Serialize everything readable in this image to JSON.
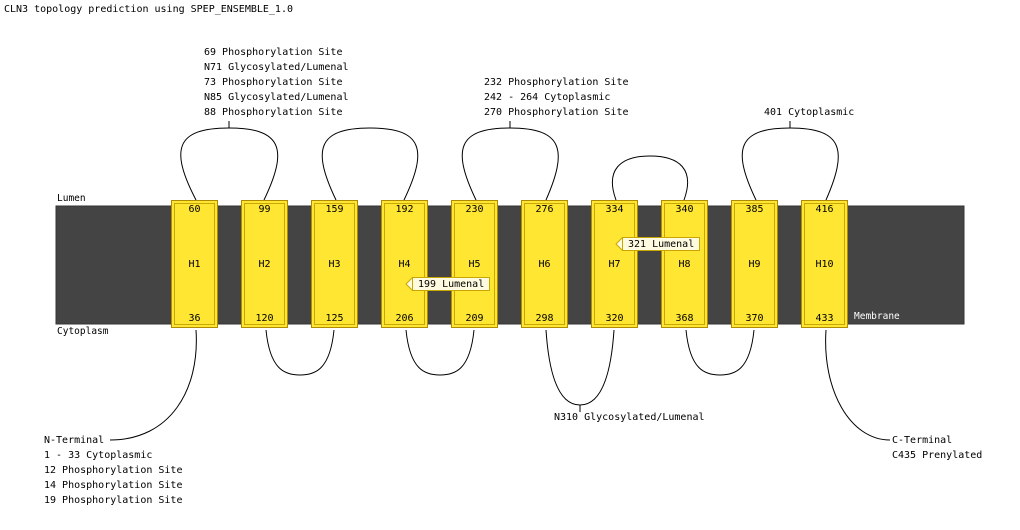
{
  "title": "CLN3 topology prediction using SPEP_ENSEMBLE_1.0",
  "labels": {
    "lumen": "Lumen",
    "cytoplasm": "Cytoplasm",
    "membrane": "Membrane"
  },
  "helices": [
    {
      "name": "H1",
      "top": "60",
      "bottom": "36"
    },
    {
      "name": "H2",
      "top": "99",
      "bottom": "120"
    },
    {
      "name": "H3",
      "top": "159",
      "bottom": "125"
    },
    {
      "name": "H4",
      "top": "192",
      "bottom": "206"
    },
    {
      "name": "H5",
      "top": "230",
      "bottom": "209"
    },
    {
      "name": "H6",
      "top": "276",
      "bottom": "298"
    },
    {
      "name": "H7",
      "top": "334",
      "bottom": "320"
    },
    {
      "name": "H8",
      "top": "340",
      "bottom": "368"
    },
    {
      "name": "H9",
      "top": "385",
      "bottom": "370"
    },
    {
      "name": "H10",
      "top": "416",
      "bottom": "433"
    }
  ],
  "annotations": {
    "loop_h1_h2": "69 Phosphorylation Site\nN71 Glycosylated/Lumenal\n73 Phosphorylation Site\nN85 Glycosylated/Lumenal\n88 Phosphorylation Site",
    "loop_h5_h6": "232 Phosphorylation Site\n242 - 264 Cytoplasmic\n270 Phosphorylation Site",
    "loop_h9_h10": "401 Cytoplasmic",
    "loop_h6_h7": "N310 Glycosylated/Lumenal",
    "n_terminal": "N-Terminal\n1 - 33 Cytoplasmic\n12 Phosphorylation Site\n14 Phosphorylation Site\n19 Phosphorylation Site",
    "c_terminal": "C-Terminal\nC435 Prenylated"
  },
  "tags": {
    "h4_tag": "199 Lumenal",
    "h7_tag": "321 Lumenal"
  }
}
